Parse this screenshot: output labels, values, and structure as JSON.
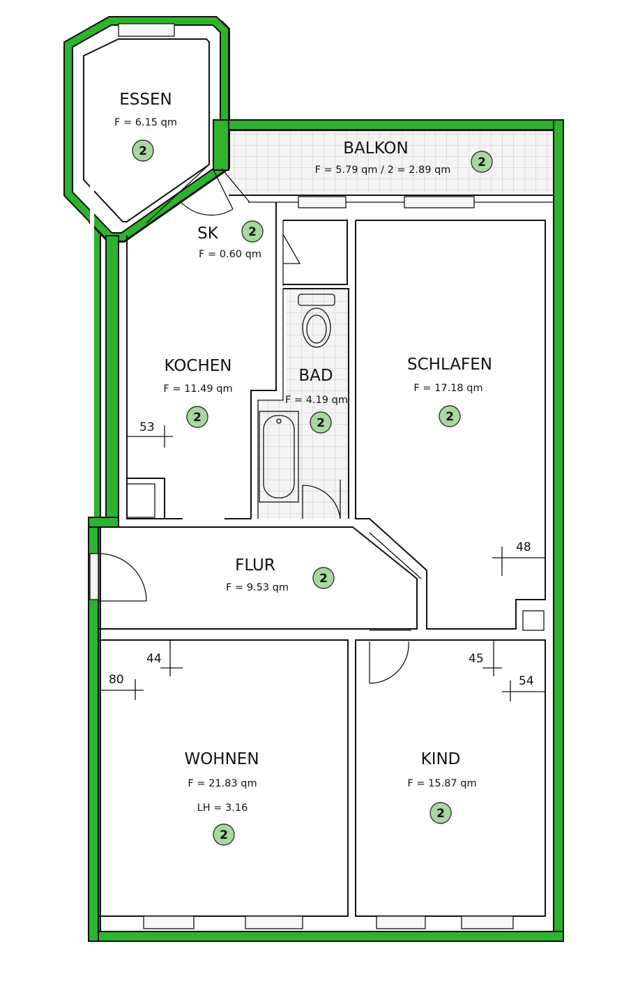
{
  "colors": {
    "exterior_wall": "#2db32d",
    "badge_fill": "#a8d8a0",
    "balcony_grid": "#c9c9c9"
  },
  "rooms": [
    {
      "id": "essen",
      "name": "ESSEN",
      "area": "F = 6.15 qm",
      "badge": "2"
    },
    {
      "id": "balkon",
      "name": "BALKON",
      "area": "F = 5.79 qm / 2 = 2.89 qm",
      "badge": "2"
    },
    {
      "id": "sk",
      "name": "SK",
      "area": "F = 0.60 qm",
      "badge": "2"
    },
    {
      "id": "kochen",
      "name": "KOCHEN",
      "area": "F = 11.49 qm",
      "badge": "2"
    },
    {
      "id": "bad",
      "name": "BAD",
      "area": "F = 4.19 qm",
      "badge": "2"
    },
    {
      "id": "schlafen",
      "name": "SCHLAFEN",
      "area": "F = 17.18 qm",
      "badge": "2"
    },
    {
      "id": "flur",
      "name": "FLUR",
      "area": "F = 9.53 qm",
      "badge": "2"
    },
    {
      "id": "wohnen",
      "name": "WOHNEN",
      "area": "F = 21.83 qm",
      "extra": "LH = 3.16",
      "badge": "2"
    },
    {
      "id": "kind",
      "name": "KIND",
      "area": "F = 15.87 qm",
      "badge": "2"
    }
  ],
  "dimensions": [
    "53",
    "48",
    "44",
    "80",
    "45",
    "54"
  ]
}
